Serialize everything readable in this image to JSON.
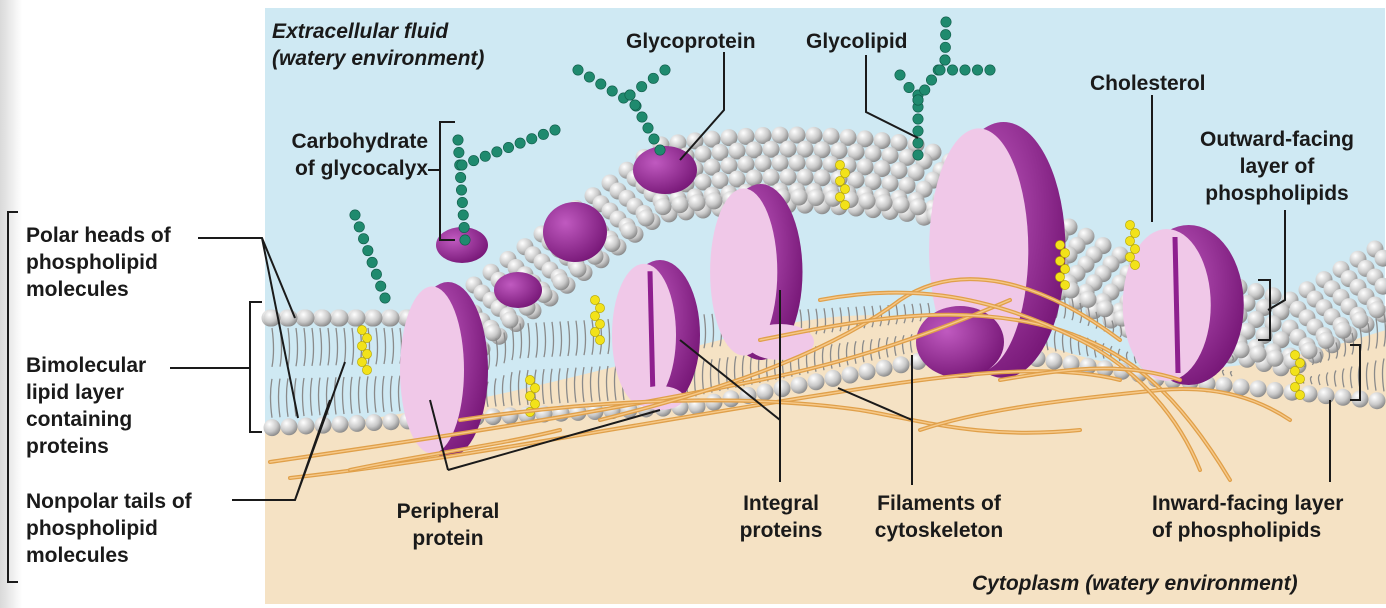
{
  "labels": {
    "extracellular": "Extracellular fluid\n(watery environment)",
    "glycoprotein": "Glycoprotein",
    "glycolipid": "Glycolipid",
    "cholesterol": "Cholesterol",
    "carbohydrate": "Carbohydrate\nof glycocalyx",
    "outward_layer": "Outward-facing\nlayer of\nphospholipids",
    "polar_heads": "Polar heads of\nphospholipid\nmolecules",
    "bimolecular": "Bimolecular\nlipid layer\ncontaining\nproteins",
    "nonpolar_tails": "Nonpolar tails of\nphospholipid\nmolecules",
    "peripheral": "Peripheral\nprotein",
    "integral": "Integral\nproteins",
    "filaments": "Filaments of\ncytoskeleton",
    "inward_layer": "Inward-facing layer\nof phospholipids",
    "cytoplasm": "Cytoplasm (watery environment)"
  },
  "colors": {
    "extracellular": "#cfe9f3",
    "cytoplasm": "#f5e2c4",
    "protein_dark": "#8e1f8e",
    "protein_light": "#f0c8e8",
    "phospholipid_head": "#c8c8c8",
    "cholesterol": "#f2e21a",
    "carbohydrate": "#1f8a6e",
    "filament": "#e0a04a"
  }
}
